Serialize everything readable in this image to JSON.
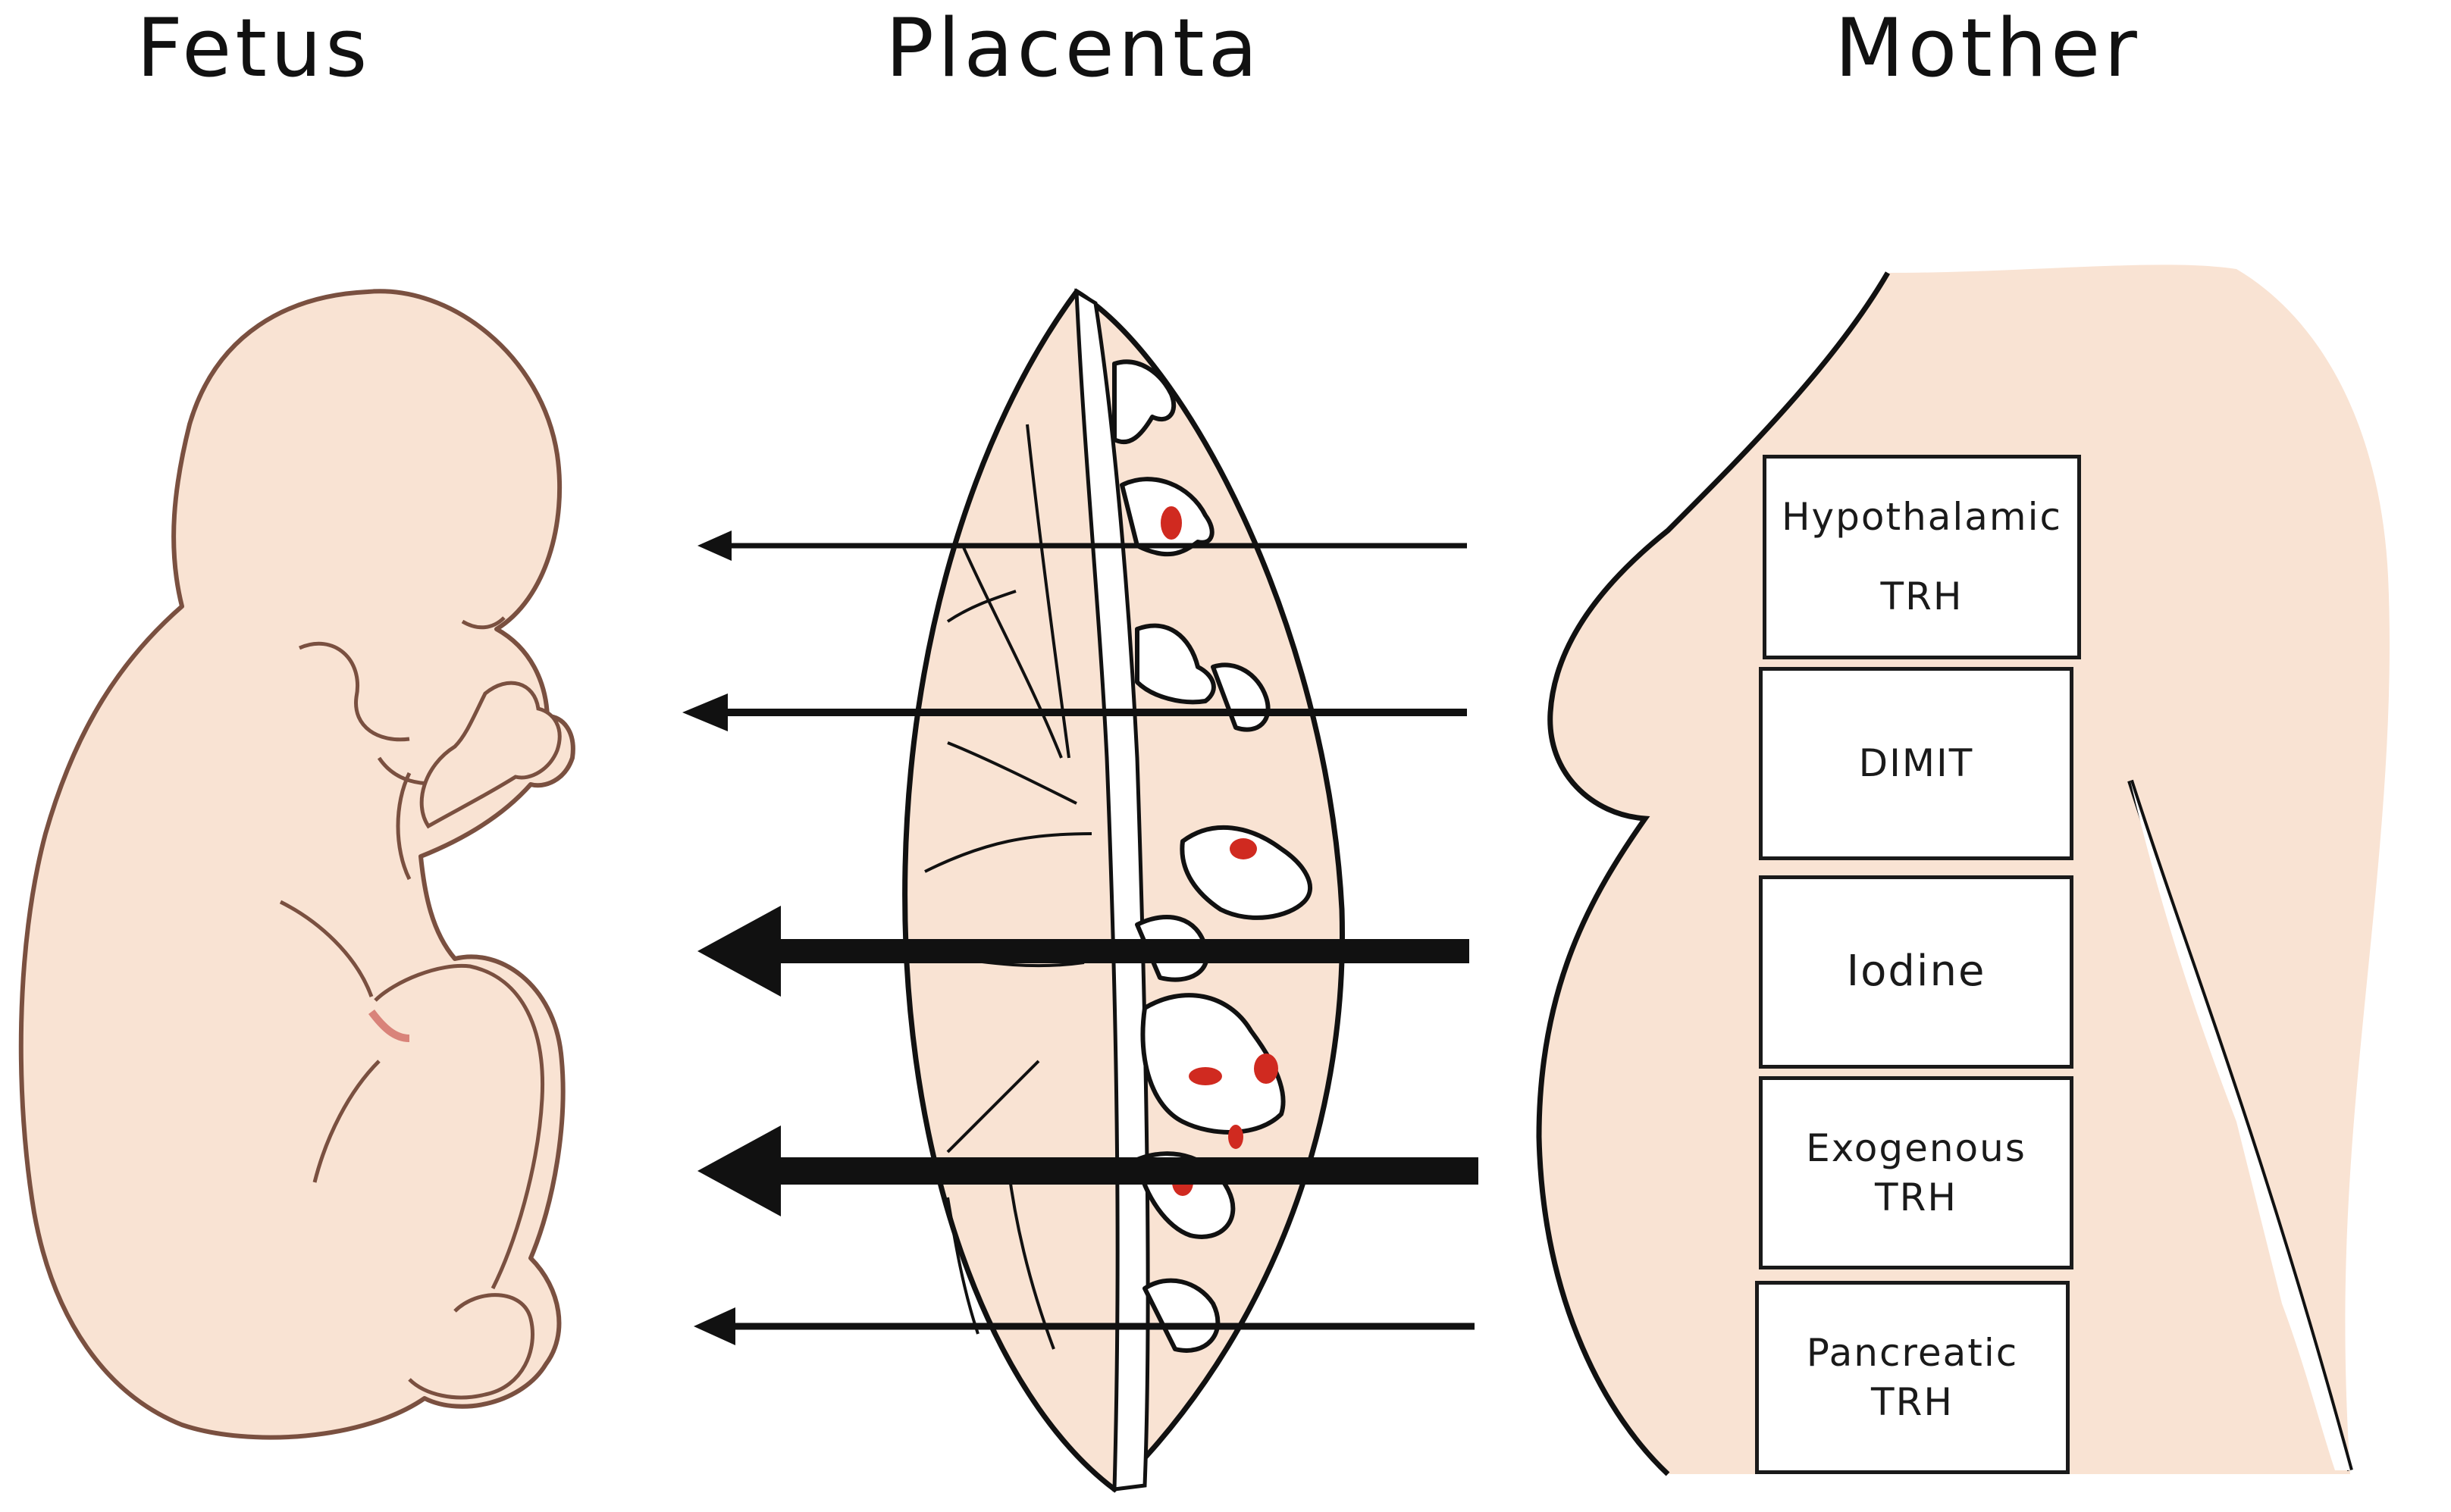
{
  "headings": {
    "fetus": "Fetus",
    "placenta": "Placenta",
    "mother": "Mother"
  },
  "boxes": [
    {
      "line1": "Hypothalamic",
      "line2": "TRH"
    },
    {
      "line1": "DIMIT",
      "line2": ""
    },
    {
      "line1": "Iodine",
      "line2": ""
    },
    {
      "line1": "Exogenous",
      "line2": "TRH"
    },
    {
      "line1": "Pancreatic",
      "line2": "TRH"
    }
  ],
  "colors": {
    "skin": "#f9e3d3",
    "outline": "#7a5040",
    "ink": "#111111",
    "vessel_red": "#d02a20"
  },
  "arrows": [
    {
      "direction": "left",
      "weight": "thin"
    },
    {
      "direction": "left",
      "weight": "medium"
    },
    {
      "direction": "left",
      "weight": "thick"
    },
    {
      "direction": "left",
      "weight": "thick"
    },
    {
      "direction": "left",
      "weight": "thin"
    }
  ]
}
